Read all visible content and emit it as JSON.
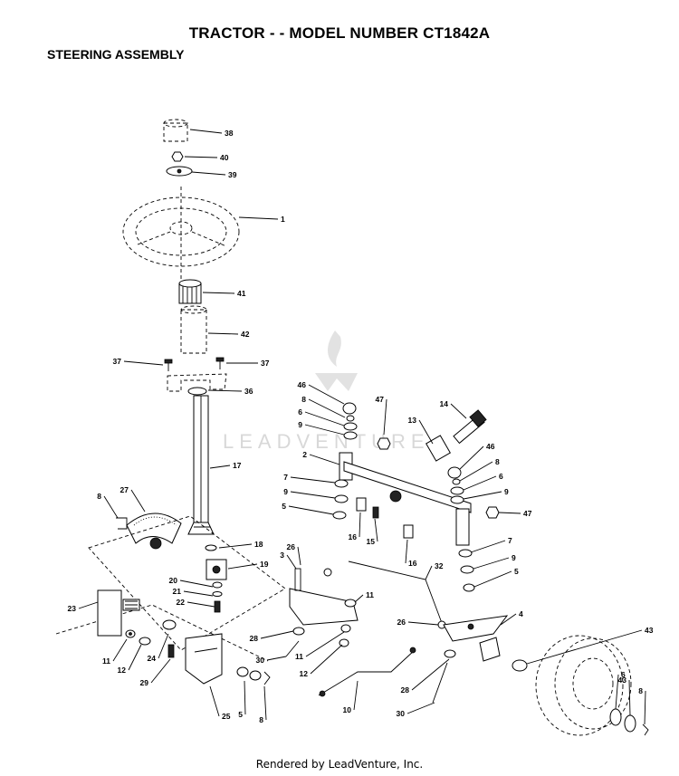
{
  "header": {
    "title": "TRACTOR - - MODEL NUMBER CT1842A",
    "subtitle": "STEERING ASSEMBLY"
  },
  "watermark": "LEADVENTURE",
  "footer": "Rendered by LeadVenture, Inc.",
  "callouts": [
    "38",
    "40",
    "39",
    "1",
    "41",
    "42",
    "37",
    "37",
    "36",
    "17",
    "27",
    "8",
    "18",
    "19",
    "20",
    "21",
    "22",
    "23",
    "11",
    "12",
    "24",
    "29",
    "25",
    "5",
    "8",
    "46",
    "8",
    "6",
    "9",
    "47",
    "14",
    "13",
    "2",
    "7",
    "9",
    "5",
    "16",
    "15",
    "46",
    "8",
    "6",
    "9",
    "47",
    "7",
    "9",
    "5",
    "16",
    "3",
    "26",
    "11",
    "32",
    "28",
    "30",
    "11",
    "12",
    "10",
    "26",
    "4",
    "28",
    "30",
    "43",
    "6",
    "43",
    "8"
  ],
  "colors": {
    "ink": "#000000",
    "watermark": "#d8d8d8",
    "background": "#ffffff"
  }
}
